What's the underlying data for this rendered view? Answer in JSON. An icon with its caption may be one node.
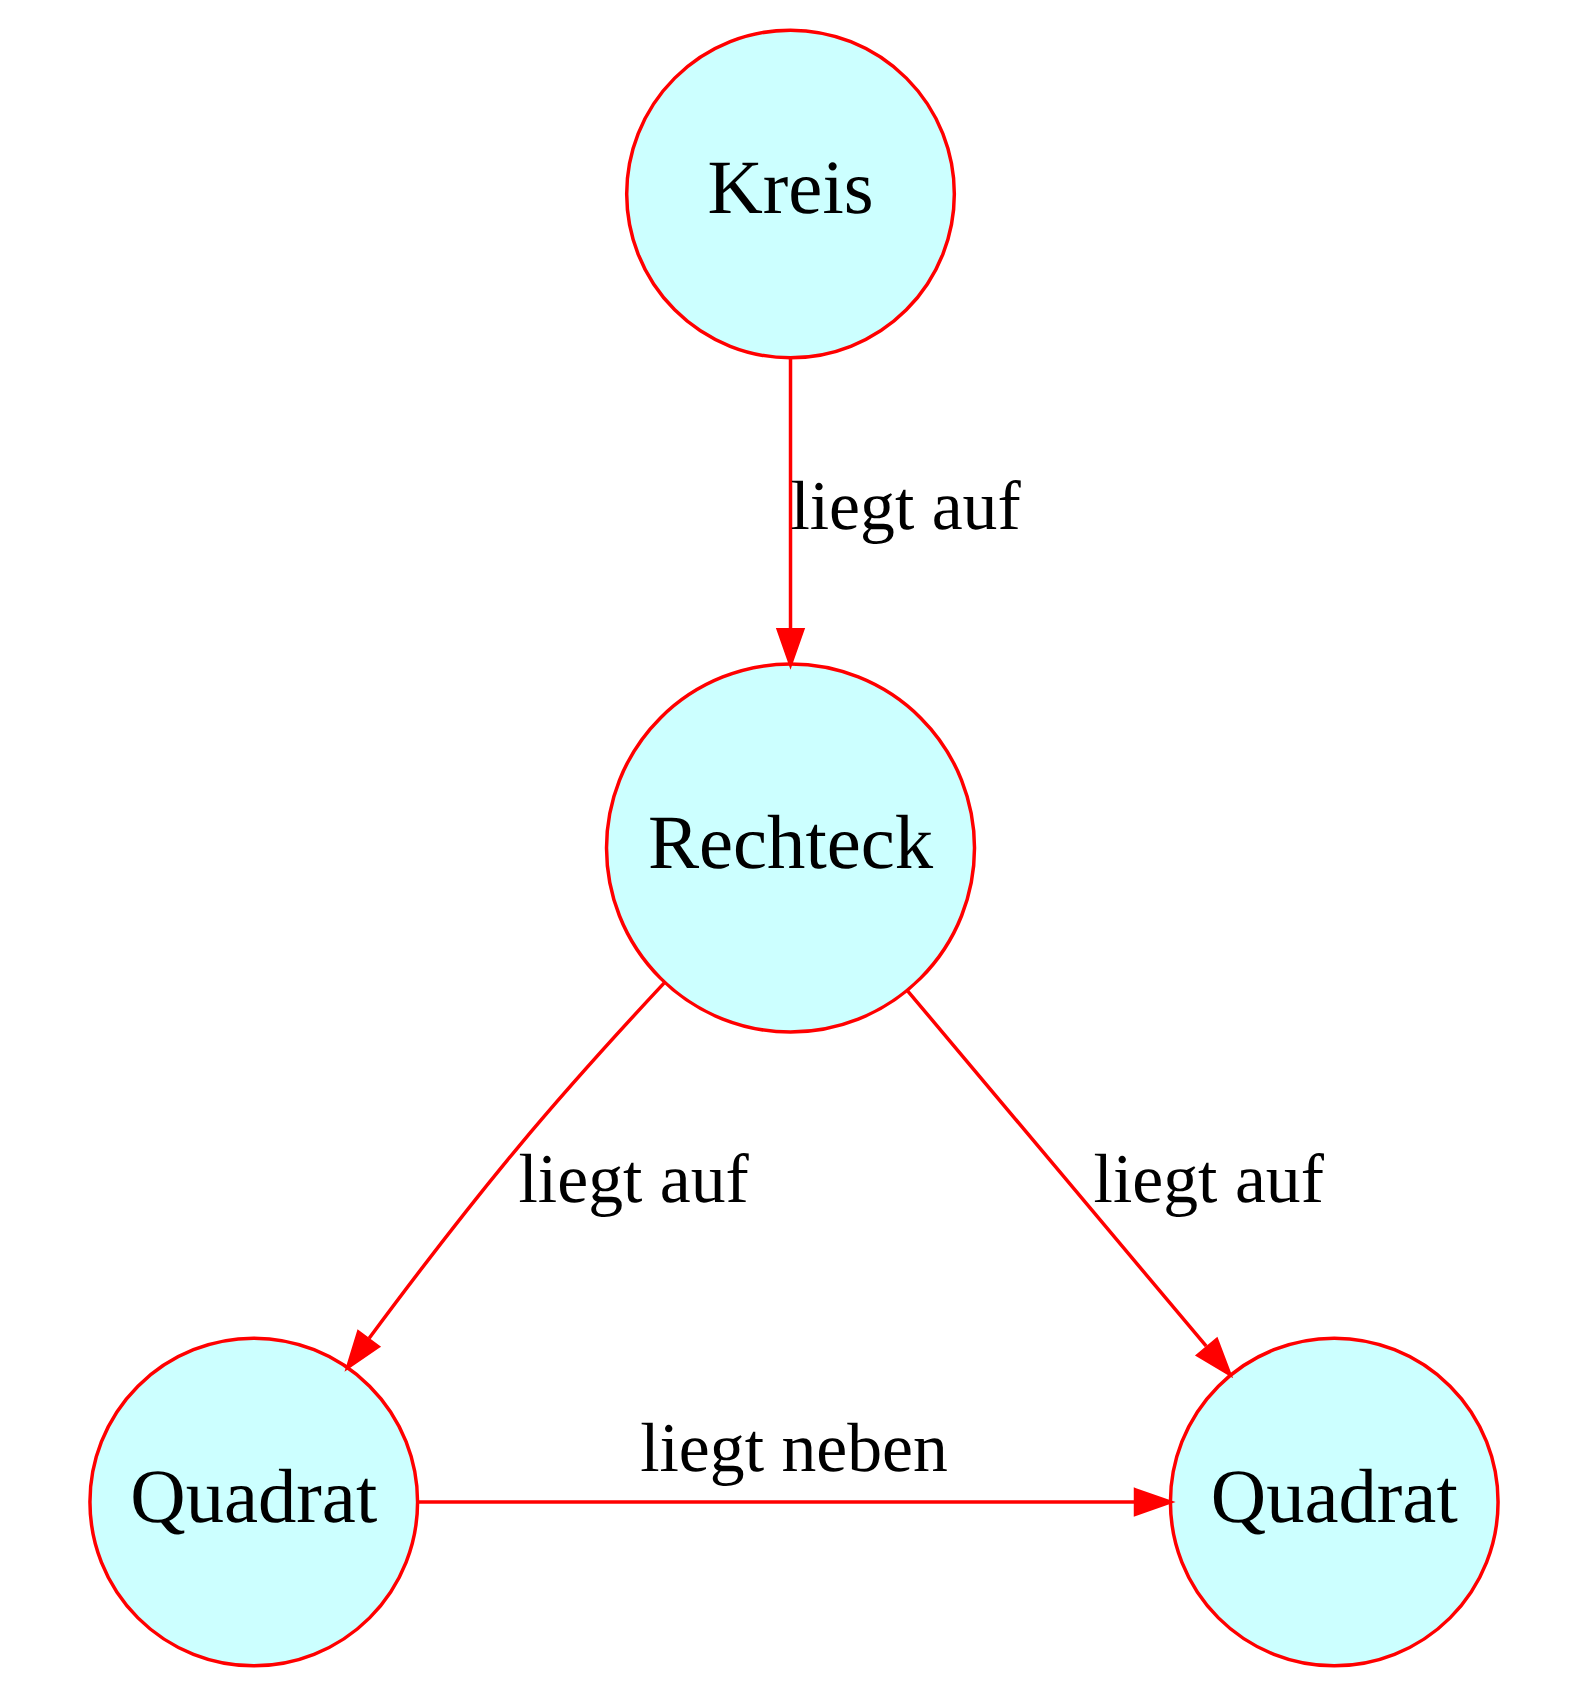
{
  "diagram": {
    "nodes": [
      {
        "text": [
          "Kreis"
        ]
      },
      {
        "text": [
          "Rechteck"
        ]
      },
      {
        "text": [
          "Quadrat"
        ]
      },
      {
        "text": [
          "Quadrat"
        ]
      }
    ],
    "edges": [
      {
        "from": 0,
        "to": 1,
        "arrow": "to",
        "label": "liegt auf"
      },
      {
        "from": 1,
        "to": 2,
        "arrow": "to",
        "label": "liegt auf"
      },
      {
        "from": 1,
        "to": 3,
        "arrow": "to",
        "label": "liegt auf"
      },
      {
        "from": 3,
        "to": 2,
        "arrow": "to",
        "label": "liegt neben"
      }
    ]
  }
}
